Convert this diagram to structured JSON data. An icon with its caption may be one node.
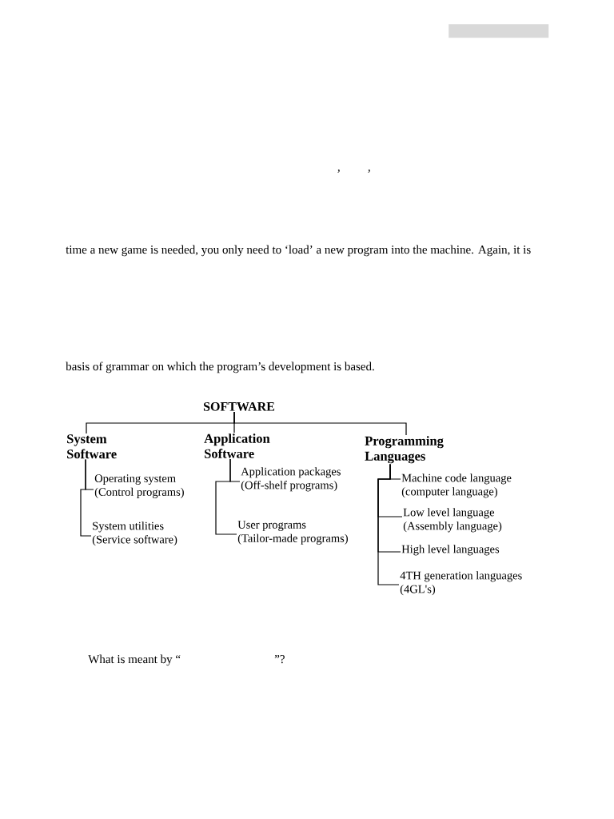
{
  "diagram": {
    "nodes": [
      {
        "text": [],
        "shape": "bar"
      },
      {
        "text": [
          "SOFTWARE"
        ]
      },
      {
        "text": [
          "System Software"
        ]
      },
      {
        "text": [
          "Application Software"
        ]
      },
      {
        "text": [
          "Programming Languages"
        ]
      },
      {
        "text": [
          "Operating system",
          "(Control programs)"
        ]
      },
      {
        "text": [
          "System utilities",
          "(Service software)"
        ]
      },
      {
        "text": [
          "Application packages",
          "(Off-shelf programs)"
        ]
      },
      {
        "text": [
          "User programs",
          "(Tailor-made programs)"
        ]
      },
      {
        "text": [
          "Machine code language",
          "(computer language)"
        ]
      },
      {
        "text": [
          "Low level language",
          "(Assembly language)"
        ]
      },
      {
        "text": [
          "High level languages"
        ]
      },
      {
        "text": [
          "4TH generation languages",
          "(4GL's)"
        ]
      }
    ],
    "edges": [
      {
        "from": 1,
        "to": 2,
        "arrow": "none"
      },
      {
        "from": 1,
        "to": 3,
        "arrow": "none"
      },
      {
        "from": 1,
        "to": 4,
        "arrow": "none"
      },
      {
        "from": 2,
        "to": 5,
        "arrow": "none"
      },
      {
        "from": 2,
        "to": 6,
        "arrow": "none"
      },
      {
        "from": 3,
        "to": 7,
        "arrow": "none"
      },
      {
        "from": 3,
        "to": 8,
        "arrow": "none"
      },
      {
        "from": 4,
        "to": 9,
        "arrow": "none"
      },
      {
        "from": 4,
        "to": 10,
        "arrow": "none"
      },
      {
        "from": 4,
        "to": 11,
        "arrow": "none"
      },
      {
        "from": 4,
        "to": 12,
        "arrow": "none"
      }
    ],
    "labels": [
      "’",
      "’",
      "time a new game is needed, you only need to ‘load’ a new program into the machine.  Again, it is",
      "basis of grammar on which the program’s development is based.",
      "What is meant by “",
      "”?"
    ]
  }
}
